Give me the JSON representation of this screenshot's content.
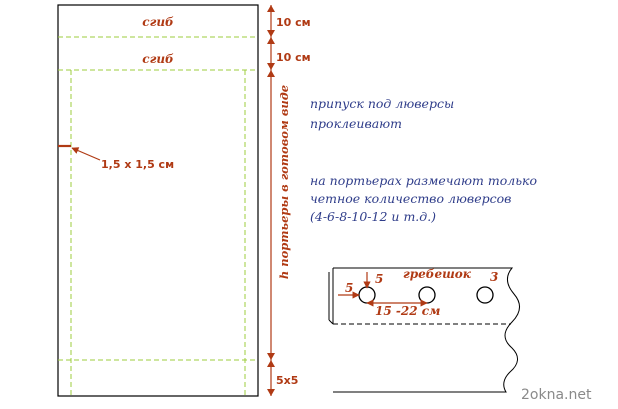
{
  "panel_labels": {
    "fold_1": "сгиб",
    "fold_2": "сгиб",
    "dim_top_1": "10 см",
    "dim_top_2": "10 см",
    "hole_size": "1,5 х 1,5 см",
    "height_label": "h  портьеры в готовом виде",
    "dim_bottom": "5х5"
  },
  "notes": {
    "line1": "припуск под люверсы",
    "line2": "проклеивают",
    "line3": "на портьерах размечают только",
    "line4": "четное количество люверсов",
    "line5": "(4-6-8-10-12 и т.д.)"
  },
  "detail": {
    "comb": "гребешок",
    "dim_left": "5",
    "dim_top": "5",
    "dim_right": "3",
    "spacing": "15 -22 см"
  },
  "watermark": "2okna.net",
  "colors": {
    "outline": "#000000",
    "fold_line": "#9ccc3c",
    "dimension": "#b03a14",
    "note_text": "#2f3d8a",
    "watermark": "#8a8a8a"
  }
}
